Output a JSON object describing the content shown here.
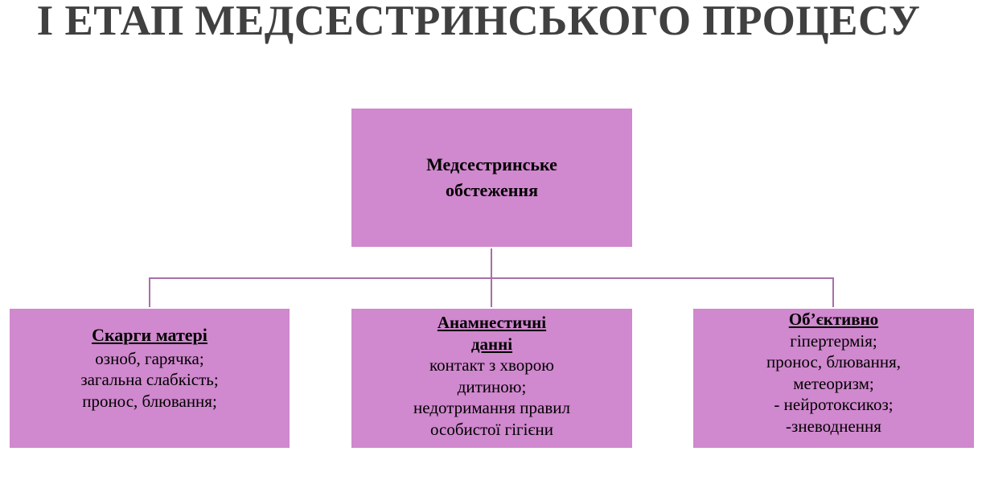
{
  "title": "І ЕТАП МЕДСЕСТРИНСЬКОГО ПРОЦЕСУ",
  "root": {
    "lines": [
      "Медсестринське",
      "обстеження"
    ]
  },
  "children": [
    {
      "heading": [
        "Скарги матері"
      ],
      "items": [
        "озноб, гарячка;",
        "загальна слабкість;",
        "пронос, блювання;"
      ]
    },
    {
      "heading": [
        "Анамнестичні",
        "данні"
      ],
      "items": [
        "контакт з хворою",
        "дитиною;",
        "недотримання правил",
        "особистої гігієни"
      ]
    },
    {
      "heading": [
        "Об’єктивно"
      ],
      "items": [
        "гіпертермія;",
        "пронос, блювання,",
        "метеоризм;",
        "- нейротоксикоз;",
        "-зневоднення"
      ]
    }
  ],
  "colors": {
    "box": "#D088CE",
    "connector": "#A86FA8",
    "title": "#404040"
  }
}
